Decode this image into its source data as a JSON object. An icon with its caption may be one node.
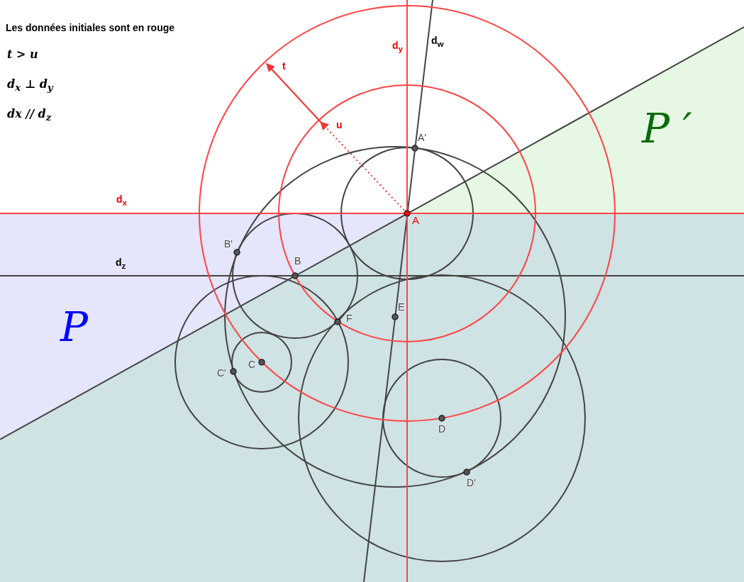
{
  "diagram": {
    "labels": [
      "Les données initiales sont en rouge",
      "t > u",
      "d$_{x}$ ⊥ d$_{y}$",
      "dx // d$_{z}$",
      "d$_{y}$",
      "d$_{w}$",
      "t",
      "P ′",
      "A'",
      "u",
      "d$_{x}$",
      "A",
      "B'",
      "B",
      "d$_{z}$",
      "E",
      "F",
      "P",
      "C",
      "C'",
      "D",
      "D'"
    ]
  }
}
